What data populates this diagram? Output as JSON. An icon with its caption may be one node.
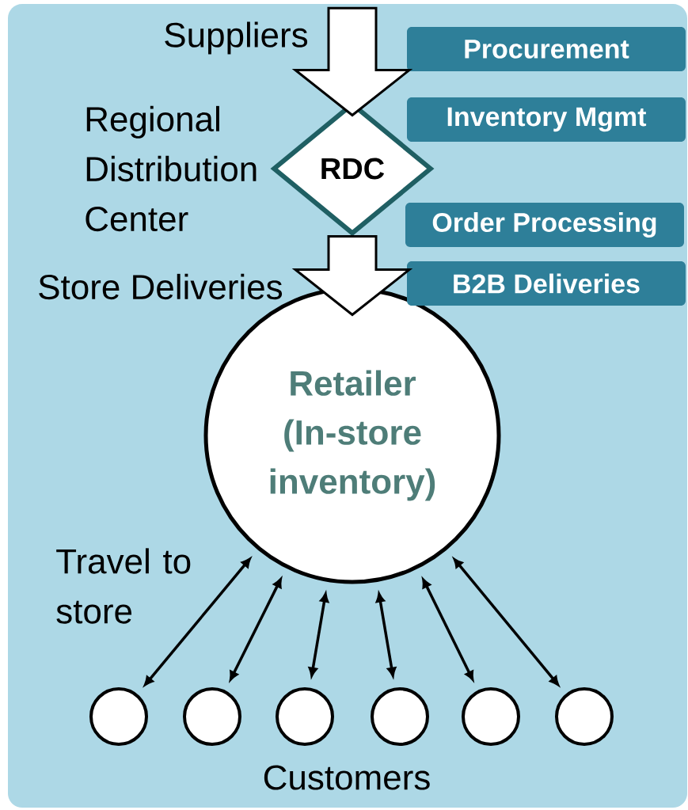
{
  "diagram": {
    "nodes": [
      {
        "text": [
          "Suppliers"
        ]
      },
      {
        "text": [
          "RDC"
        ],
        "beside": [
          "Regional Distribution Center"
        ]
      },
      {
        "text": [
          "Retailer (In-store inventory)"
        ]
      },
      {
        "text": [
          "Procurement"
        ]
      },
      {
        "text": [
          "Inventory Mgmt"
        ]
      },
      {
        "text": [
          "Order Processing"
        ]
      },
      {
        "text": [
          "B2B Deliveries"
        ]
      },
      {
        "text": [],
        "shape": "circle"
      },
      {
        "text": [],
        "shape": "circle"
      },
      {
        "text": [],
        "shape": "circle"
      },
      {
        "text": [],
        "shape": "circle"
      },
      {
        "text": [],
        "shape": "circle"
      },
      {
        "text": [],
        "shape": "circle"
      }
    ],
    "edges": [
      {
        "from": 0,
        "to": 1,
        "arrow": "to"
      },
      {
        "from": 1,
        "to": 2,
        "arrow": "to",
        "label": "Store Deliveries"
      },
      {
        "from": 2,
        "to": 7,
        "arrow": "both"
      },
      {
        "from": 2,
        "to": 8,
        "arrow": "both"
      },
      {
        "from": 2,
        "to": 9,
        "arrow": "both"
      },
      {
        "from": 2,
        "to": 10,
        "arrow": "both"
      },
      {
        "from": 2,
        "to": 11,
        "arrow": "both"
      },
      {
        "from": 2,
        "to": 12,
        "arrow": "both"
      }
    ],
    "labels": [
      "Travel to store",
      "Customers"
    ]
  }
}
